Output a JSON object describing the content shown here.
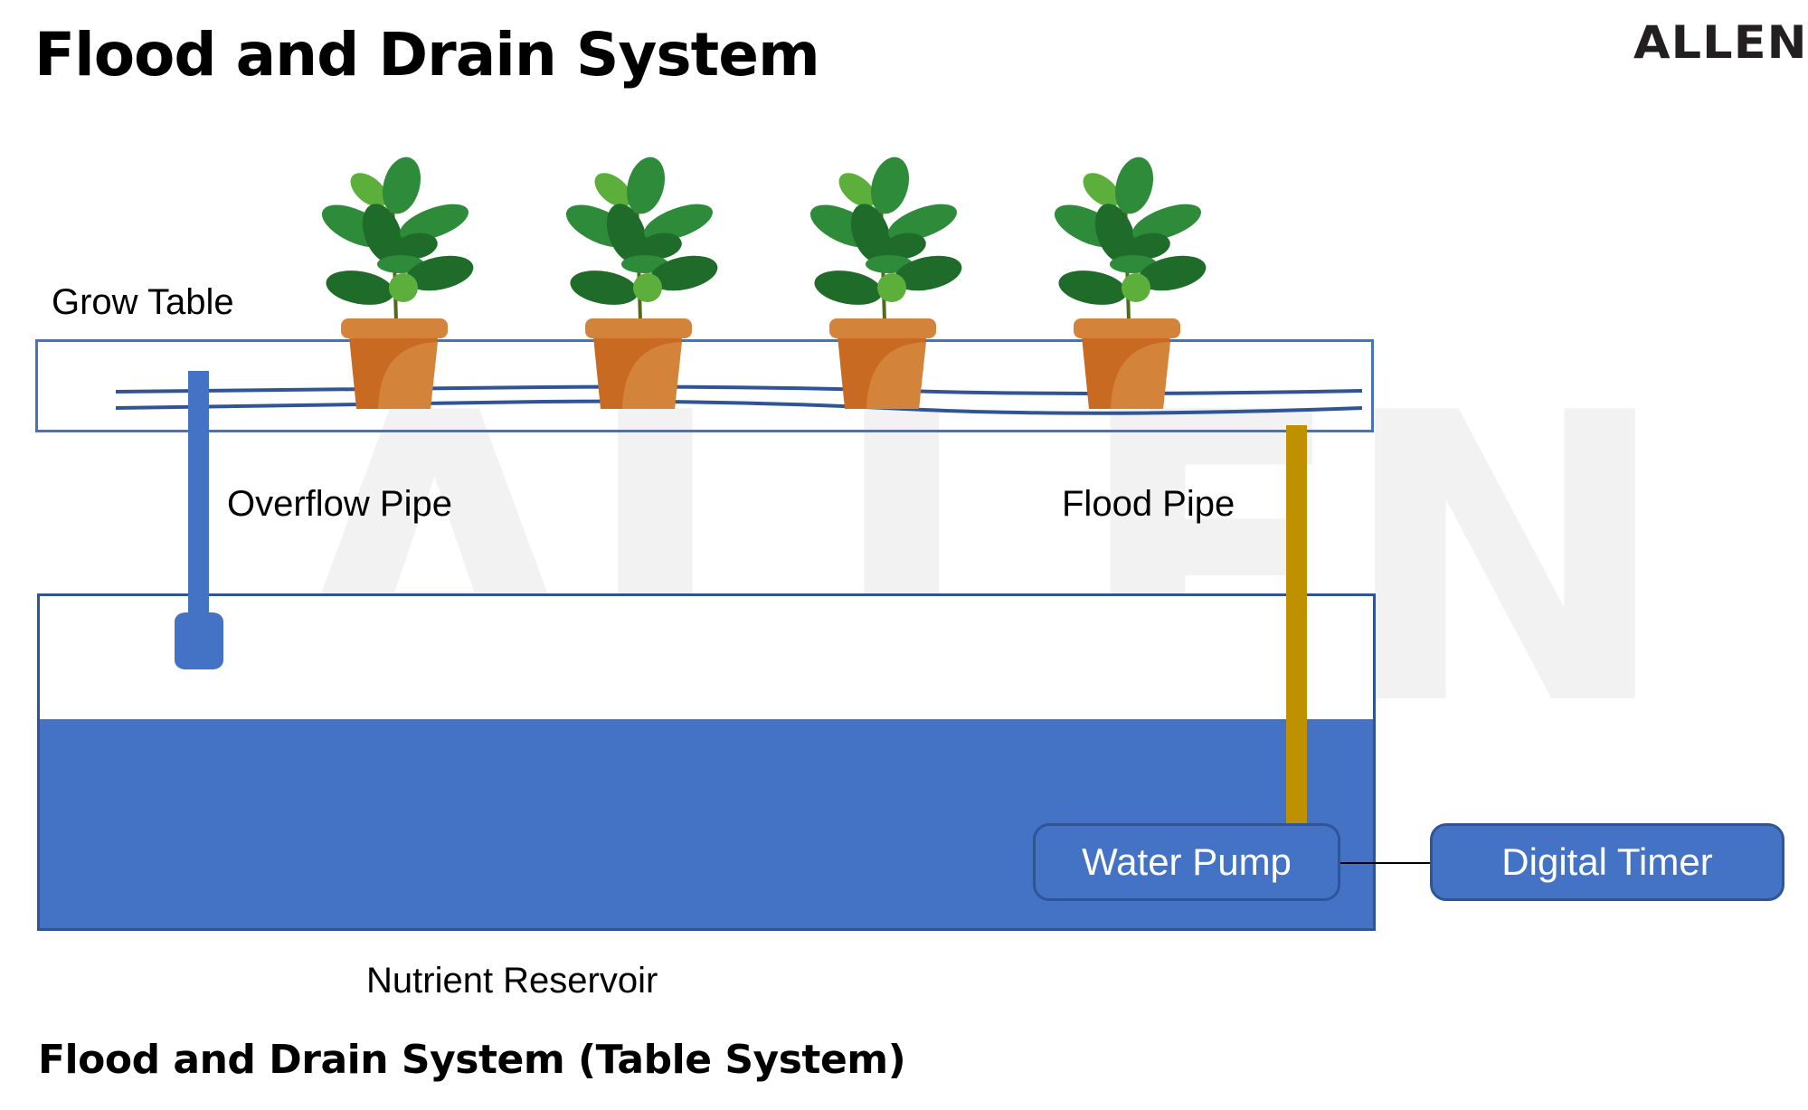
{
  "header": {
    "title": "Flood and Drain System",
    "logo_text": "ALLEN"
  },
  "watermark": "ALLEN",
  "labels": {
    "grow_table": "Grow Table",
    "overflow_pipe": "Overflow Pipe",
    "flood_pipe": "Flood Pipe",
    "nutrient_reservoir": "Nutrient Reservoir"
  },
  "components": {
    "water_pump": "Water Pump",
    "digital_timer": "Digital Timer"
  },
  "plants": {
    "count": 4,
    "icon": "potted-plant-icon"
  },
  "colors": {
    "water": "#4472C4",
    "border": "#2F5597",
    "flood_pipe": "#BF9000",
    "pot": "#D4833A",
    "pot_shadow": "#C96A22",
    "leaf_dark": "#1E6B2A",
    "leaf_mid": "#2E8B3A",
    "leaf_light": "#5DAF3C"
  },
  "caption": "Flood and Drain System (Table System)"
}
